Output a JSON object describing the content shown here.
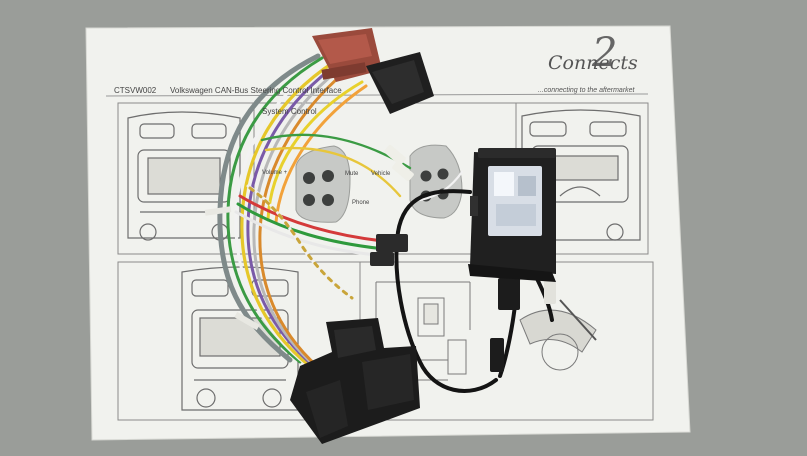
{
  "scene": {
    "description_free": true,
    "sheet": {
      "model_code": "CTSVW002",
      "title": "Volkswagen CAN-Bus Steering Control Interface",
      "subtitle": "System Control",
      "button_labels": {
        "volume": "Volume +",
        "mute": "Mute",
        "phone": "Phone",
        "vehicle": "Vehicle"
      }
    },
    "brand": {
      "number": "2",
      "name": "Connects",
      "tagline": "...connecting to the aftermarket"
    },
    "colors": {
      "table": "#9a9d99",
      "paper": "#f1f2ee",
      "iso_red": "#9a4a3c",
      "iso_black": "#1f1f1f",
      "module": "#202020",
      "hologram": "#d8dee6"
    }
  }
}
